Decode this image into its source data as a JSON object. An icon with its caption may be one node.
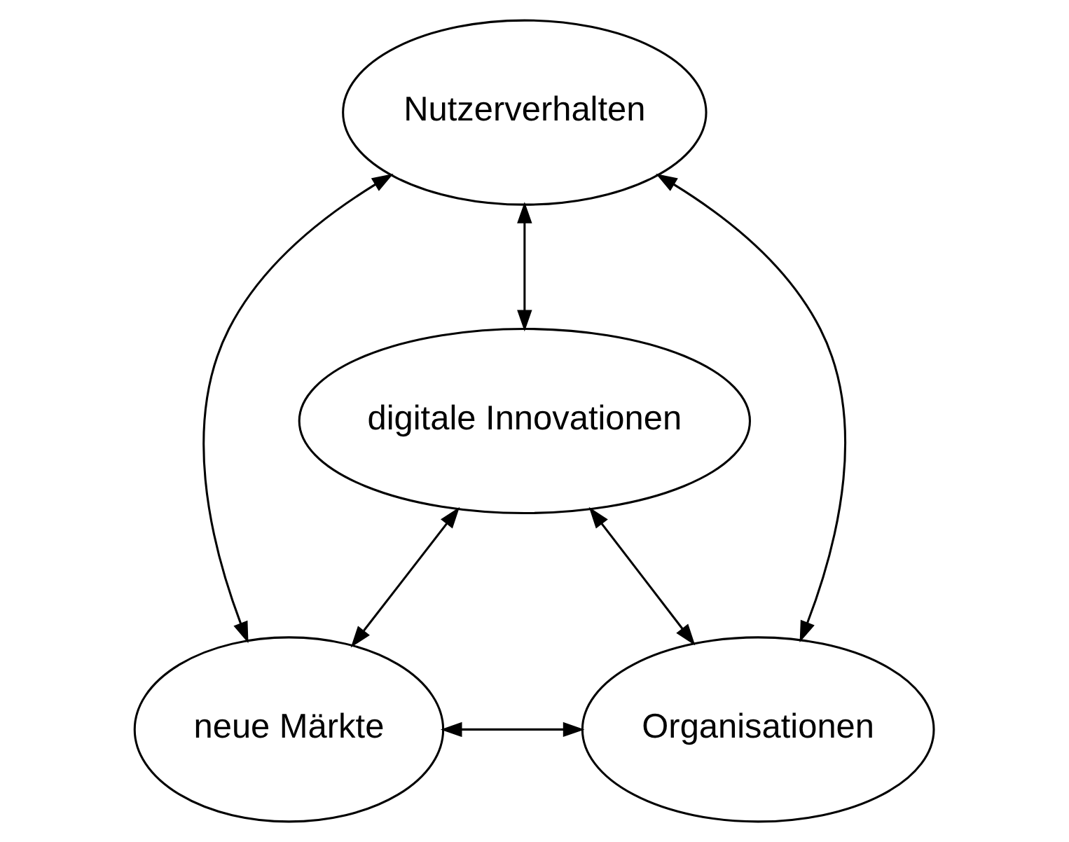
{
  "diagram": {
    "nodes": [
      {
        "text": [
          "Nutzerverhalten"
        ]
      },
      {
        "text": [
          "digitale Innovationen"
        ]
      },
      {
        "text": [
          "neue Märkte"
        ]
      },
      {
        "text": [
          "Organisationen"
        ]
      }
    ],
    "edges": [
      {
        "from": 0,
        "to": 1,
        "arrow": "both"
      },
      {
        "from": 0,
        "to": 2,
        "arrow": "both"
      },
      {
        "from": 0,
        "to": 3,
        "arrow": "both"
      },
      {
        "from": 1,
        "to": 2,
        "arrow": "both"
      },
      {
        "from": 1,
        "to": 3,
        "arrow": "both"
      },
      {
        "from": 2,
        "to": 3,
        "arrow": "both"
      }
    ]
  }
}
